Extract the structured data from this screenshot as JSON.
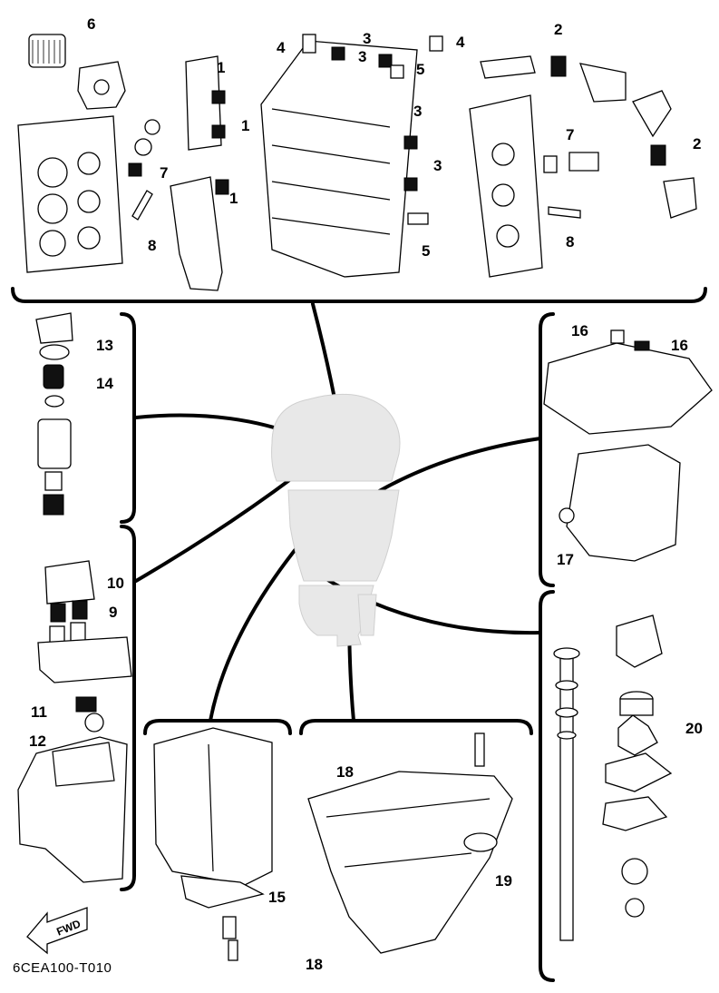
{
  "diagram": {
    "code": "6CEA100-T010",
    "fwd_label": "FWD",
    "callouts": {
      "c1a": "1",
      "c1b": "1",
      "c1c": "1",
      "c2a": "2",
      "c2b": "2",
      "c3a": "3",
      "c3b": "3",
      "c3c": "3",
      "c3d": "3",
      "c4a": "4",
      "c4b": "4",
      "c5a": "5",
      "c5b": "5",
      "c6": "6",
      "c7a": "7",
      "c7b": "7",
      "c8a": "8",
      "c8b": "8",
      "c9": "9",
      "c10": "10",
      "c11": "11",
      "c12": "12",
      "c13": "13",
      "c14": "14",
      "c15": "15",
      "c16a": "16",
      "c16b": "16",
      "c17": "17",
      "c18a": "18",
      "c18b": "18",
      "c19": "19",
      "c20": "20"
    }
  }
}
